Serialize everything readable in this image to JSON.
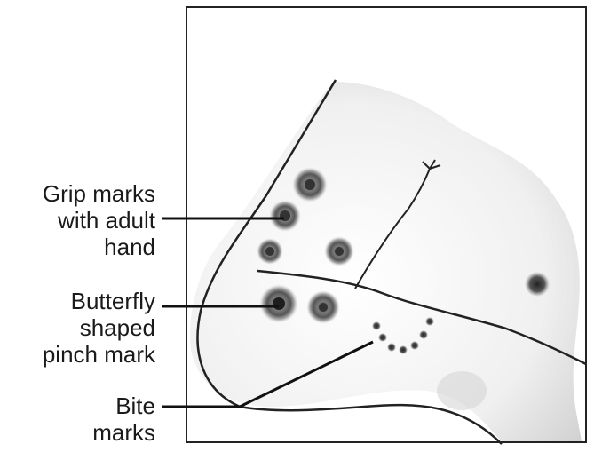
{
  "labels": {
    "grip": [
      "Grip marks",
      "with adult",
      "hand"
    ],
    "butterfly": [
      "Butterfly",
      "shaped",
      "pinch mark"
    ],
    "bite": [
      "Bite",
      "marks"
    ]
  }
}
